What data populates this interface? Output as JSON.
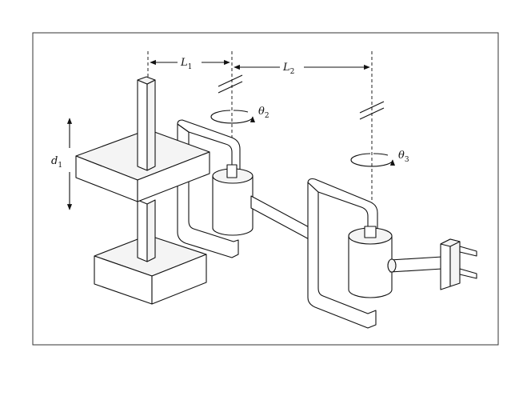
{
  "labels": {
    "L1": {
      "main": "L",
      "sub": "1"
    },
    "L2": {
      "main": "L",
      "sub": "2"
    },
    "d1": {
      "main": "d",
      "sub": "1"
    },
    "theta2": {
      "main": "θ",
      "sub": "2"
    },
    "theta3": {
      "main": "θ",
      "sub": "3"
    }
  }
}
